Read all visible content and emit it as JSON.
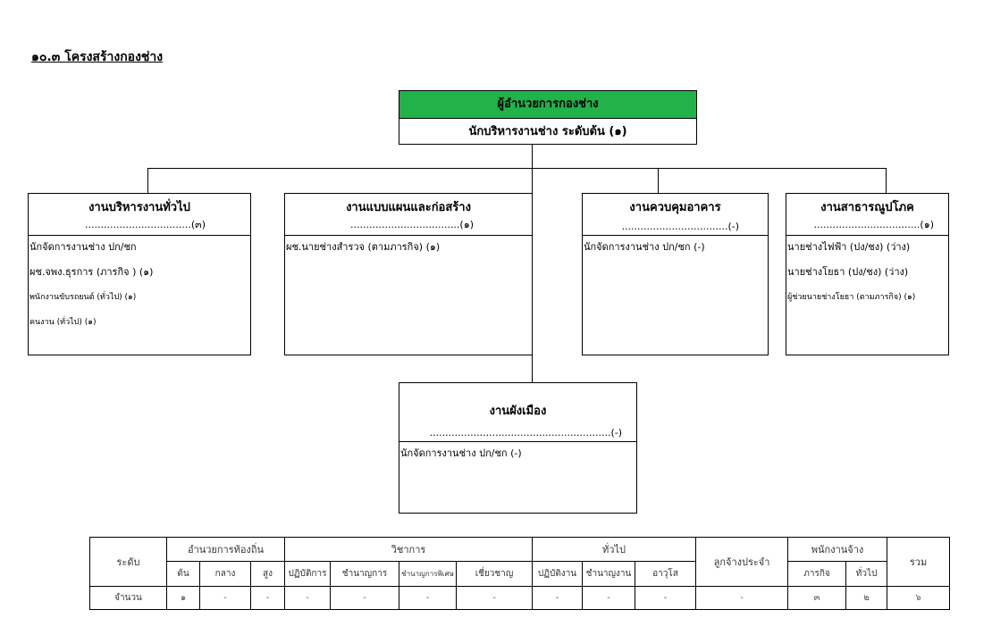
{
  "heading": "๑๐.๓ โครงสร้างกองช่าง",
  "top": {
    "title": "ผู้อำนวยการกองช่าง",
    "subtitle": "นักบริหารงานช่าง ระดับต้น (๑)"
  },
  "divisions": [
    {
      "title": "งานบริหารงานทั่วไป",
      "count": "..................................(๓)",
      "items": [
        "นักจัดการงานช่าง ปก/ชก",
        "ผช.จพง.ธุรการ (ภารกิจ ) (๑)",
        "พนักงานขับรถยนต์ (ทั่วไป) (๑)",
        "คนงาน (ทั่วไป) (๑)"
      ]
    },
    {
      "title": "งานแบบแผนและก่อสร้าง",
      "count": "...................................(๑)",
      "items": [
        "ผช.นายช่างสำรวจ (ตามภารกิจ) (๑)"
      ]
    },
    {
      "title": "งานควบคุมอาคาร",
      "count": "..................................(-)",
      "items": [
        "นักจัดการงานช่าง ปก/ชก (-)"
      ]
    },
    {
      "title": "งานสาธารณูปโภค",
      "count": "..................................(๑)",
      "items": [
        "นายช่างไฟฟ้า (ปง/ชง) (ว่าง)",
        "นายช่างโยธา (ปง/ชง) (ว่าง)",
        "ผู้ช่วยนายช่างโยธา (ตามภารกิจ) (๑)"
      ]
    },
    {
      "title": "งานผังเมือง",
      "count": "..........................................................(-)",
      "items": [
        "นักจัดการงานช่าง ปก/ชก (-)"
      ]
    }
  ],
  "summary": {
    "level_label": "ระดับ",
    "groups": {
      "local_admin": "อำนวยการท้องถิ่น",
      "academic": "วิชาการ",
      "general": "ทั่วไป",
      "permanent": "ลูกจ้างประจำ",
      "employee": "พนักงานจ้าง",
      "total": "รวม"
    },
    "sub": {
      "low": "ต้น",
      "mid": "กลาง",
      "high": "สูง",
      "practitioner": "ปฏิบัติการ",
      "professional": "ชำนาญการ",
      "senior_prof": "ชำนาญการพิเศษ",
      "expert": "เชี่ยวชาญ",
      "operator": "ปฏิบัติงาน",
      "skilled": "ชำนาญงาน",
      "senior": "อาวุโส",
      "mission": "ภารกิจ",
      "general_emp": "ทั่วไป"
    },
    "count_label": "จำนวน",
    "values": [
      "๑",
      "-",
      "-",
      "-",
      "-",
      "-",
      "-",
      "-",
      "-",
      "-",
      "-",
      "๓",
      "๒",
      "๖"
    ]
  }
}
